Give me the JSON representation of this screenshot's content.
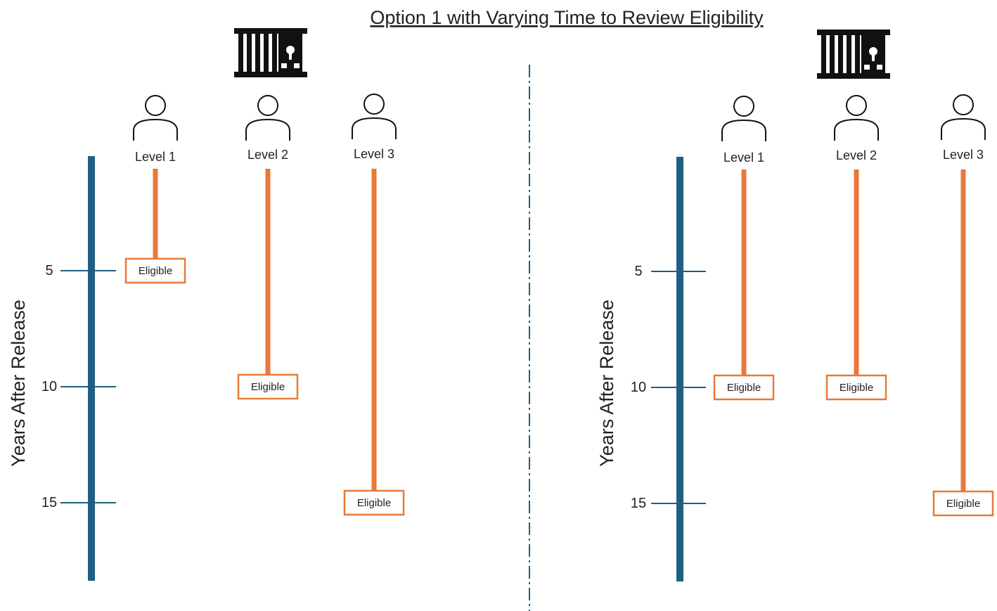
{
  "title": "Option 1 with Varying Time to Review Eligibility",
  "axis_label": "Years After Release",
  "colors": {
    "axis": "#1f5f82",
    "bar": "#e8793a",
    "box_border": "#e8793a",
    "divider": "#1f5f82",
    "icon": "#111111"
  },
  "icons": {
    "jail": "jail-cell-icon",
    "person": "person-icon"
  },
  "panels": [
    {
      "ticks": [
        {
          "label": "5",
          "years": 5
        },
        {
          "label": "10",
          "years": 10
        },
        {
          "label": "15",
          "years": 15
        }
      ],
      "levels": [
        {
          "label": "Level 1",
          "eligible_label": "Eligible",
          "eligible_years": 5
        },
        {
          "label": "Level 2",
          "eligible_label": "Eligible",
          "eligible_years": 10
        },
        {
          "label": "Level 3",
          "eligible_label": "Eligible",
          "eligible_years": 15
        }
      ]
    },
    {
      "ticks": [
        {
          "label": "5",
          "years": 5
        },
        {
          "label": "10",
          "years": 10
        },
        {
          "label": "15",
          "years": 15
        }
      ],
      "levels": [
        {
          "label": "Level 1",
          "eligible_label": "Eligible",
          "eligible_years": 10
        },
        {
          "label": "Level 2",
          "eligible_label": "Eligible",
          "eligible_years": 10
        },
        {
          "label": "Level 3",
          "eligible_label": "Eligible",
          "eligible_years": 15
        }
      ]
    }
  ]
}
